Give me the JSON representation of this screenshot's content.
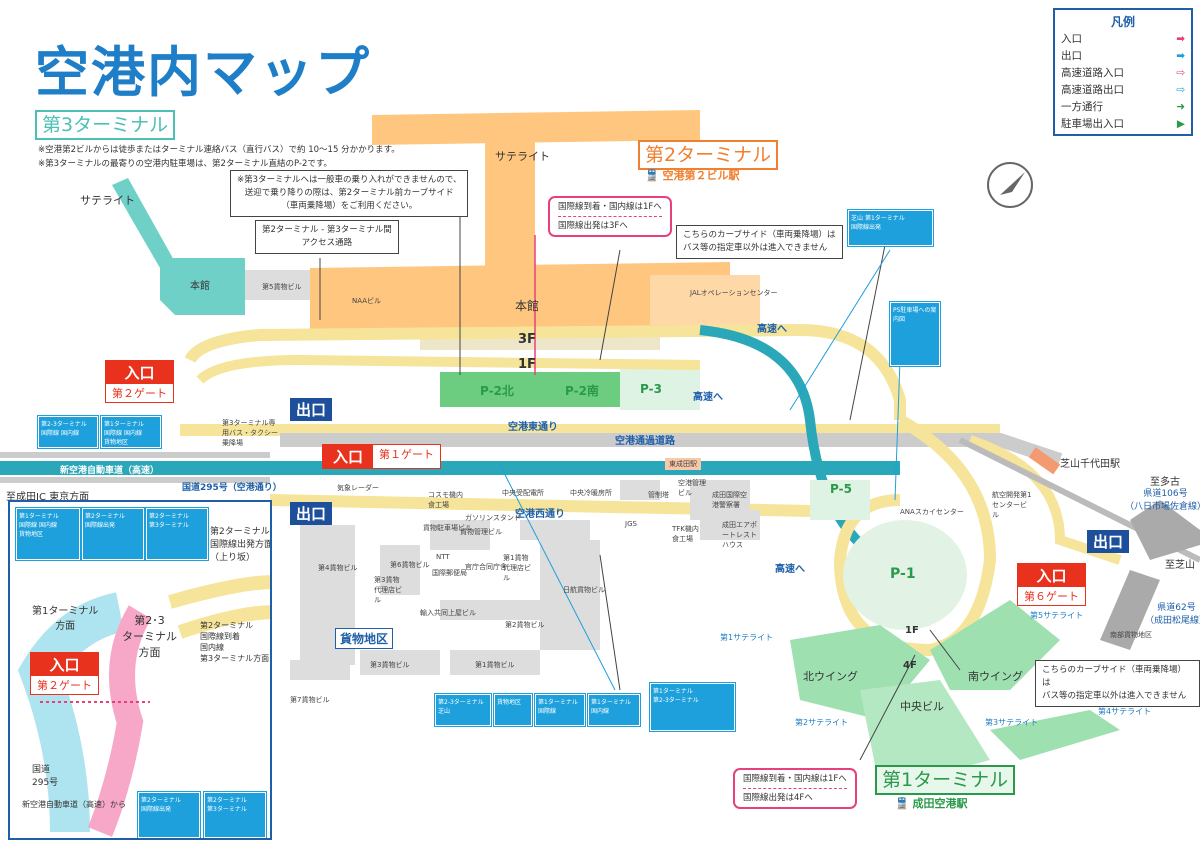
{
  "title": "空港内マップ",
  "legend": {
    "title": "凡例",
    "items": [
      {
        "label": "入口",
        "color": "#e8407e"
      },
      {
        "label": "出口",
        "color": "#1ea0dc"
      },
      {
        "label": "高速道路入口",
        "color": "#e8407e"
      },
      {
        "label": "高速道路出口",
        "color": "#1ea0dc"
      },
      {
        "label": "一方通行",
        "color": "#2a9a4a"
      },
      {
        "label": "駐車場出入口",
        "color": "#2a9a4a"
      }
    ]
  },
  "t3": {
    "label": "第3ターミナル",
    "notes": [
      "※空港第2ビルからは徒歩またはターミナル連絡バス（直行バス）で約 10～15 分かかります。",
      "※第3ターミナルの最寄りの空港内駐車場は、第2ターミナル直結のP-2です。"
    ],
    "satellite": "サテライト",
    "main": "本館"
  },
  "callouts": {
    "t3_access": [
      "※第3ターミナルへは一般車の乗り入れができませんので、",
      "送迎で乗り降りの際は、第2ターミナル前カーブサイド",
      "（車両乗降場）をご利用ください。"
    ],
    "access_path": [
      "第2ターミナル - 第3ターミナル間",
      "アクセス通路"
    ],
    "curb_t2": [
      "こちらのカーブサイド（車両乗降場）は",
      "バス等の指定車以外は進入できません"
    ],
    "curb_t1": [
      "こちらのカーブサイド（車両乗降場）は",
      "バス等の指定車以外は進入できません"
    ],
    "t2_floors": [
      "国際線到着・国内線は1Fへ",
      "国際線出発は3Fへ"
    ],
    "t1_floors": [
      "国際線到着・国内線は1Fへ",
      "国際線出発は4Fへ"
    ]
  },
  "t2": {
    "label": "第2ターミナル",
    "station": "空港第２ビル駅",
    "satellite": "サテライト",
    "main": "本館",
    "f3": "3F",
    "f1": "1F"
  },
  "t1": {
    "label": "第1ターミナル",
    "station": "成田空港駅",
    "north": "北ウイング",
    "south": "南ウイング",
    "center": "中央ビル",
    "f1": "1F",
    "f4": "4F",
    "sats": [
      "第1サテライト",
      "第2サテライト",
      "第3サテライト",
      "第4サテライト",
      "第5サテライト"
    ]
  },
  "gates": {
    "entry": "入口",
    "exit": "出口",
    "g2": "第２ゲート",
    "g1": "第１ゲート",
    "g6": "第６ゲート"
  },
  "parking": [
    "P-2北",
    "P-2南",
    "P-3",
    "P-5",
    "P-1"
  ],
  "highway_to": "高速へ",
  "roads": {
    "east": "空港東通り",
    "west": "空港西通り",
    "through": "空港通過道路",
    "expressway": "新空港自動車道（高速）",
    "r295": "国道295号（空港通り）",
    "to_narita": "至成田IC 東京方面",
    "to_tako": "至多古",
    "r106": [
      "県道106号",
      "（八日市場佐倉線）"
    ],
    "to_shibayama": "至芝山",
    "r62": [
      "県道62号",
      "（成田松尾線）"
    ],
    "shibayama_st": "芝山千代田駅",
    "higashi_narita": "東成田駅"
  },
  "buildings": [
    "第5貨物ビル",
    "NAAビル",
    "JALオペレーションセンター",
    "気象レーダー",
    "コスモ機内食工場",
    "中央受配電所",
    "中央冷暖房所",
    "空港管理ビル",
    "管制塔",
    "成田国際空港警察署",
    "貨物駐車場ビル",
    "貨物管理ビル",
    "ガソリンスタンド",
    "JGS",
    "TFK機内食工場",
    "成田エアポートレストハウス",
    "第4貨物ビル",
    "第6貨物ビル",
    "第3貨物代理店ビル",
    "NTT",
    "国際郵便局",
    "官庁合同庁舎",
    "第1貨物代理店ビル",
    "日航貨物ビル",
    "輸入共同上屋ビル",
    "第2貨物ビル",
    "第3貨物ビル",
    "第1貨物ビル",
    "第7貨物ビル",
    "ANAスカイセンター",
    "航空開発第1センタービル",
    "南部貨物地区",
    "第3ターミナル専用バス・タクシー乗降場"
  ],
  "cargo_area": "貨物地区",
  "signs": {
    "t23": "第2-3ターミナル",
    "t1": "第1ターミナル",
    "intl": "国際線",
    "dom": "国内線",
    "cargo": "貨物地区",
    "t2": "第2ターミナル",
    "intl_dep": "国際線出発",
    "t3": "第3ターミナル",
    "shibayama": "芝山",
    "p5": "P5駐車場への案内図"
  },
  "inset": {
    "t2_dir": [
      "第2ターミナル",
      "国際線出発方面",
      "（上り坂）"
    ],
    "t1_dir": [
      "第1ターミナル",
      "方面"
    ],
    "t23_dir": [
      "第2･3",
      "ターミナル",
      "方面"
    ],
    "t2_arr": [
      "第2ターミナル",
      "国際線到着",
      "国内線",
      "第3ターミナル方面"
    ],
    "r295": [
      "国道",
      "295号"
    ],
    "from_exp": "新空港自動車道（高速）から"
  }
}
